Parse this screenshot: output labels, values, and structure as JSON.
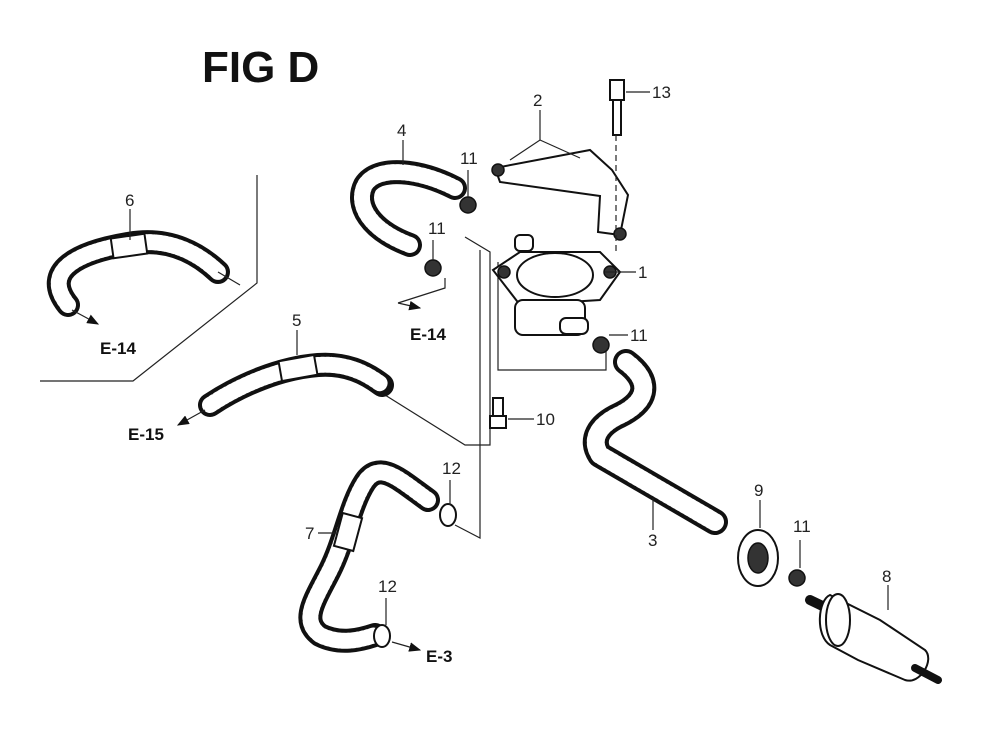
{
  "figure": {
    "title": "FIG D"
  },
  "callouts": {
    "c1": "1",
    "c2": "2",
    "c3": "3",
    "c4": "4",
    "c5": "5",
    "c6": "6",
    "c7": "7",
    "c8": "8",
    "c9": "9",
    "c10": "10",
    "c11a": "11",
    "c11b": "11",
    "c11c": "11",
    "c11d": "11",
    "c12a": "12",
    "c12b": "12",
    "c13": "13"
  },
  "references": {
    "e14a": "E-14",
    "e14b": "E-14",
    "e15": "E-15",
    "e3": "E-3"
  }
}
